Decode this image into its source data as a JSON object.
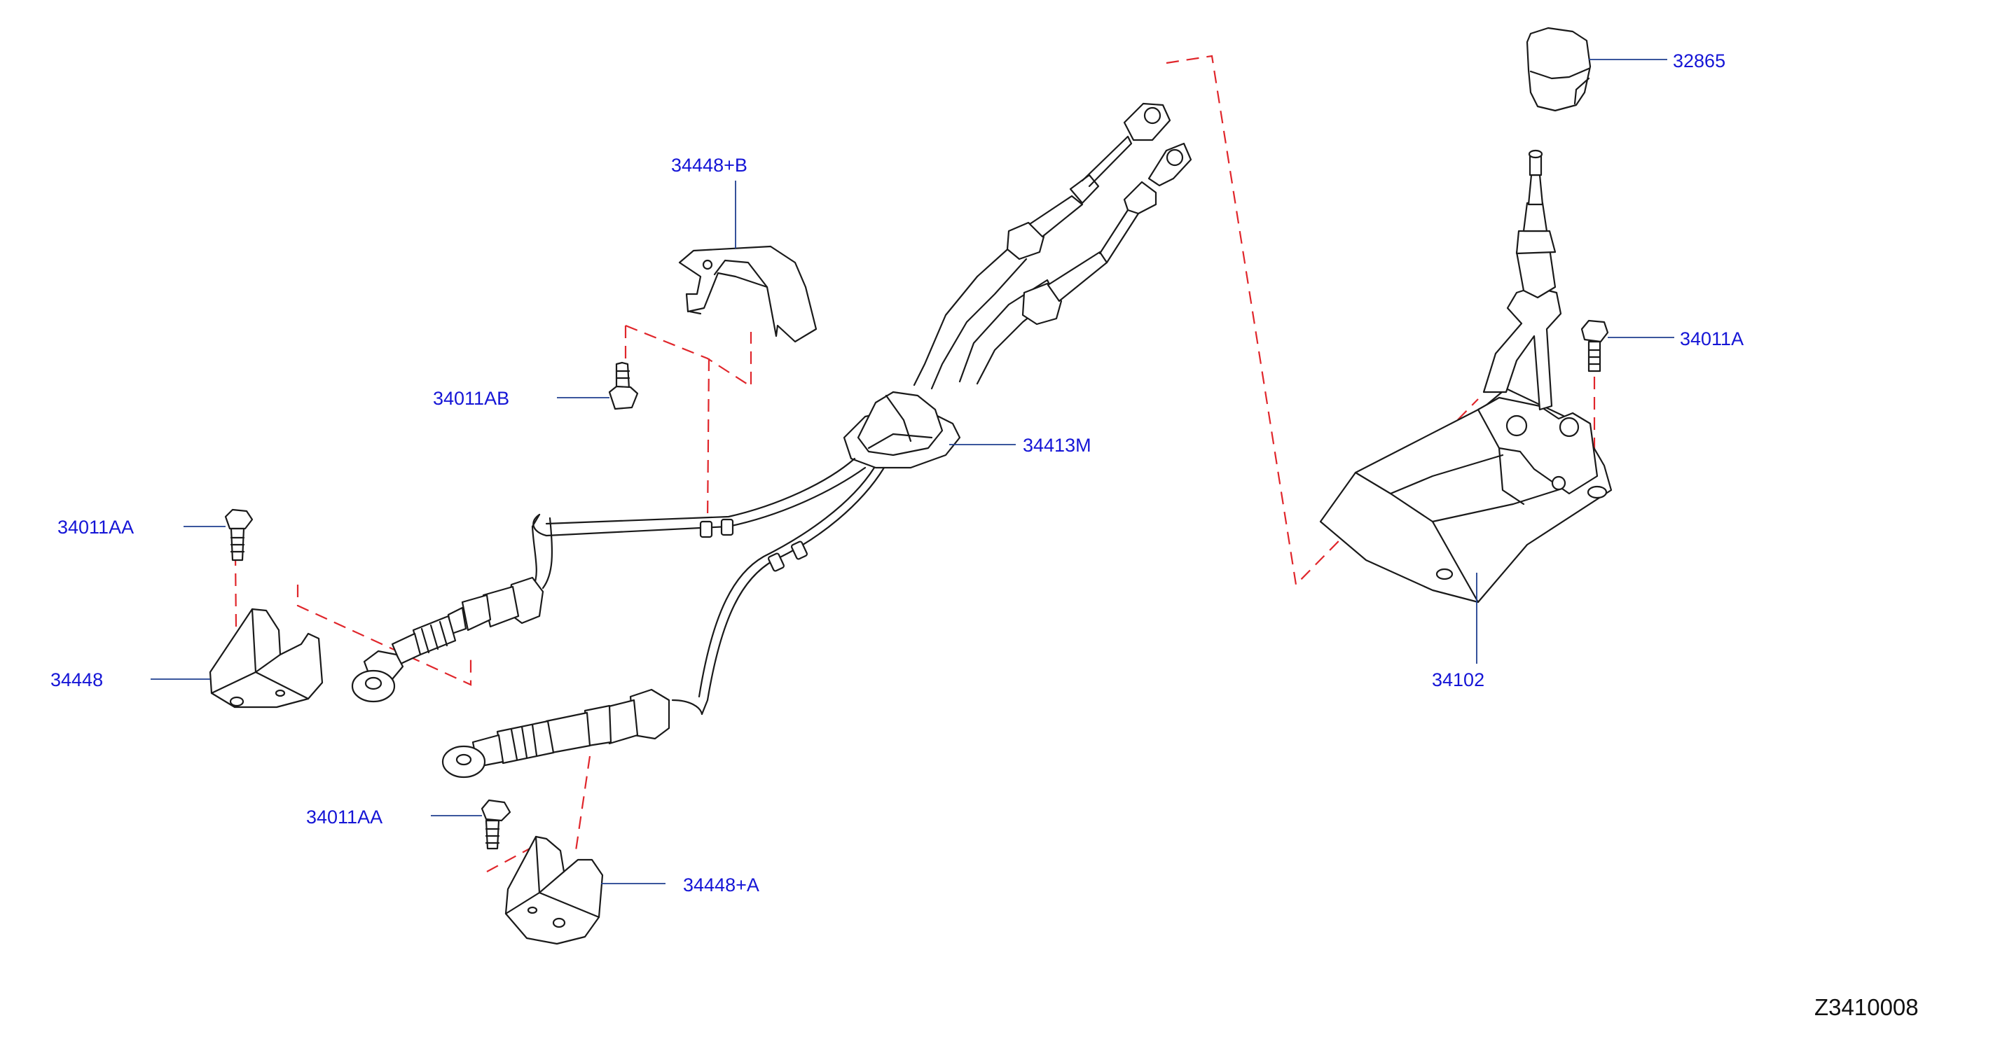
{
  "callouts": {
    "p32865": "32865",
    "p34448B": "34448+B",
    "p34011A": "34011A",
    "p34011AB": "34011AB",
    "p34413M": "34413M",
    "p34011AA_1": "34011AA",
    "p34448": "34448",
    "p34102": "34102",
    "p34011AA_2": "34011AA",
    "p34448A": "34448+A"
  },
  "diagram_code": "Z3410008",
  "colors": {
    "callout_text": "#1515d6",
    "leader_line": "#1f3f8f",
    "hidden_line": "#e0262b",
    "part_outline": "#1a1a1a"
  }
}
